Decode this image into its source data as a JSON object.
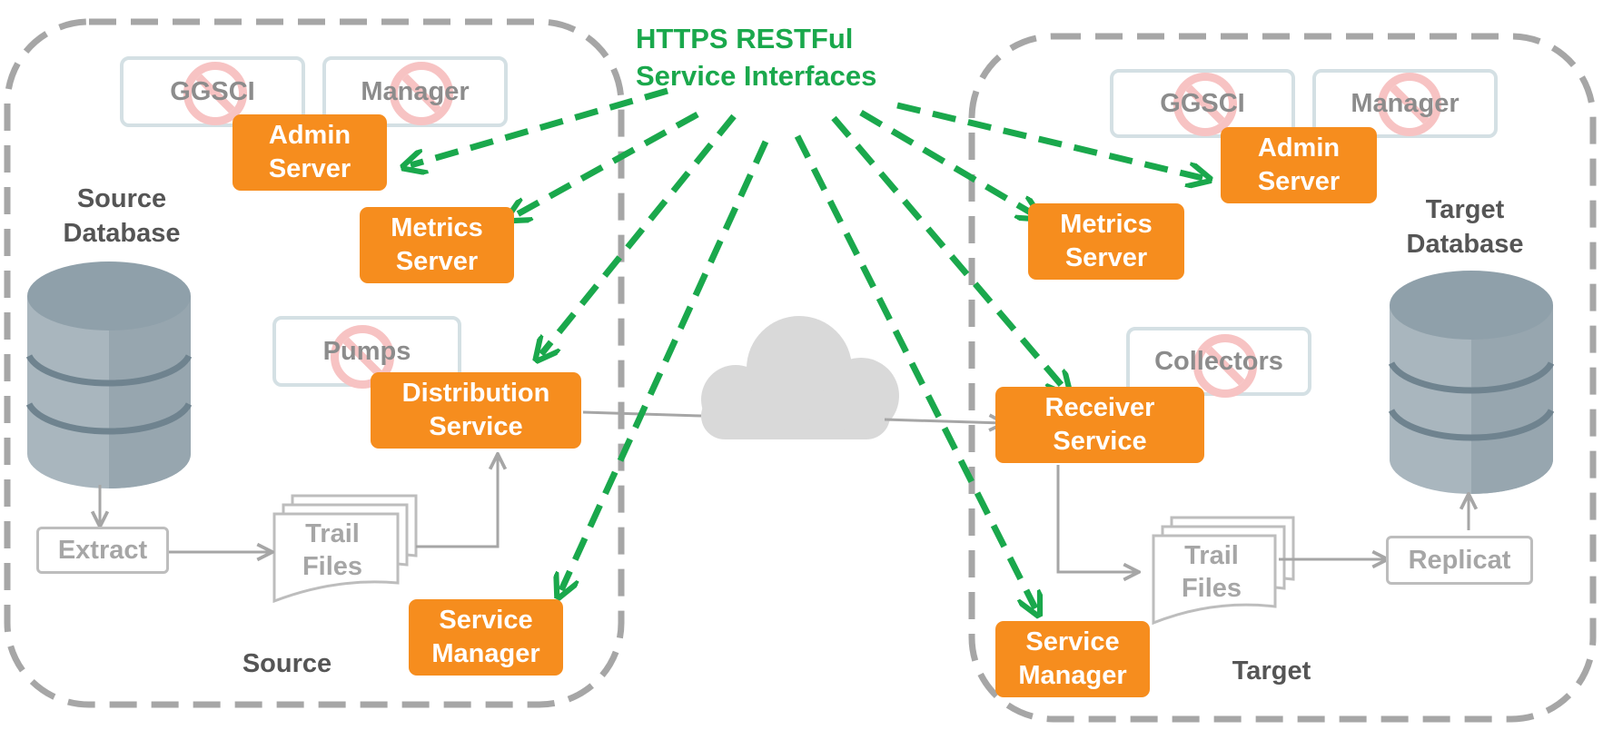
{
  "header": {
    "line1": "HTTPS RESTFul",
    "line2": "Service Interfaces"
  },
  "source": {
    "zone_label": "Source",
    "db_label_line1": "Source",
    "db_label_line2": "Database",
    "legacy": {
      "ggsci": "GGSCI",
      "manager": "Manager",
      "pumps": "Pumps"
    },
    "admin_server": {
      "line1": "Admin",
      "line2": "Server"
    },
    "metrics_server": {
      "line1": "Metrics",
      "line2": "Server"
    },
    "distribution_service": {
      "line1": "Distribution",
      "line2": "Service"
    },
    "service_manager": {
      "line1": "Service",
      "line2": "Manager"
    },
    "extract": "Extract",
    "trail_files": {
      "line1": "Trail",
      "line2": "Files"
    }
  },
  "target": {
    "zone_label": "Target",
    "db_label_line1": "Target",
    "db_label_line2": "Database",
    "legacy": {
      "ggsci": "GGSCI",
      "manager": "Manager",
      "collectors": "Collectors"
    },
    "admin_server": {
      "line1": "Admin",
      "line2": "Server"
    },
    "metrics_server": {
      "line1": "Metrics",
      "line2": "Server"
    },
    "receiver_service": {
      "line1": "Receiver",
      "line2": "Service"
    },
    "service_manager": {
      "line1": "Service",
      "line2": "Manager"
    },
    "replicat": "Replicat",
    "trail_files": {
      "line1": "Trail",
      "line2": "Files"
    }
  },
  "colors": {
    "service": "#f68d1e",
    "rest_arrow": "#1aa84c",
    "zone_border": "#a6a6a6",
    "no_sign": "#f7c3c3",
    "database": "#8fa0aa"
  }
}
